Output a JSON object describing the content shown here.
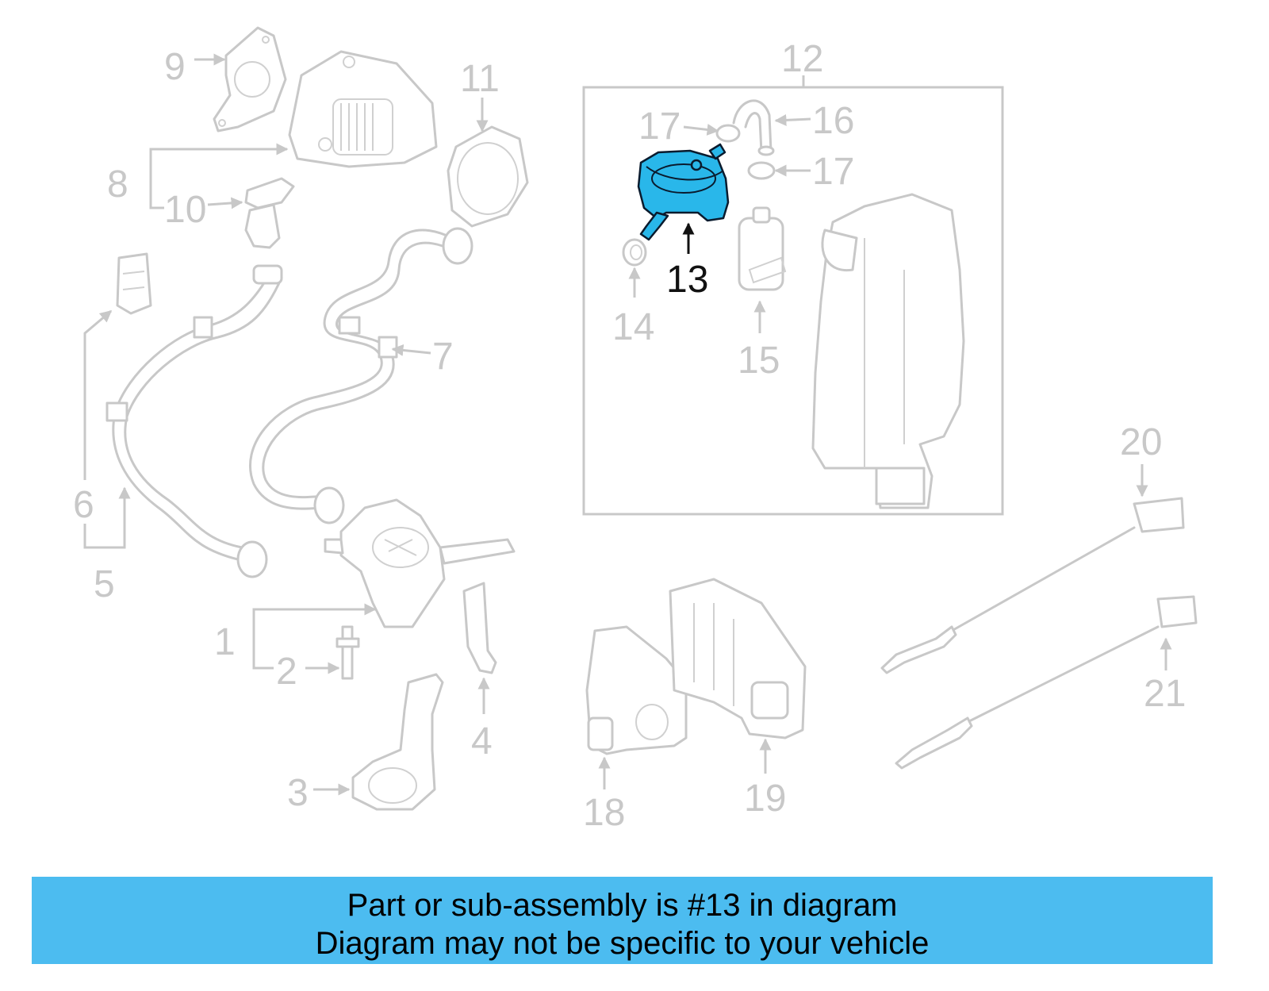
{
  "diagram": {
    "callouts": {
      "c1": "1",
      "c2": "2",
      "c3": "3",
      "c4": "4",
      "c5": "5",
      "c6": "6",
      "c7": "7",
      "c8": "8",
      "c9": "9",
      "c10": "10",
      "c11": "11",
      "c12": "12",
      "c13": "13",
      "c14": "14",
      "c15": "15",
      "c16": "16",
      "c17a": "17",
      "c17b": "17",
      "c18": "18",
      "c19": "19",
      "c20": "20",
      "c21": "21"
    },
    "highlighted_part": "13",
    "colors": {
      "highlight_fill": "#29b7ea",
      "line_gray": "#c8c8c8",
      "banner_bg": "#4cbcf0"
    }
  },
  "banner": {
    "line1": "Part or sub-assembly is #13 in diagram",
    "line2": "Diagram may not be specific to your vehicle"
  }
}
